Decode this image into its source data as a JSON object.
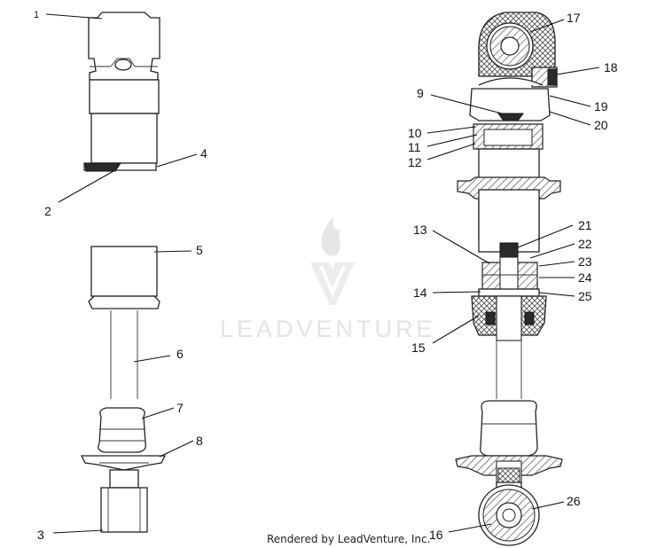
{
  "watermark": {
    "brand": "LEADVENTURE",
    "logo_icon": "flame-v-logo-icon"
  },
  "credit": "Rendered by LeadVenture, Inc.",
  "callouts": [
    {
      "id": "1",
      "text": "1"
    },
    {
      "id": "2",
      "text": "2"
    },
    {
      "id": "3",
      "text": "3"
    },
    {
      "id": "4",
      "text": "4"
    },
    {
      "id": "5",
      "text": "5"
    },
    {
      "id": "6",
      "text": "6"
    },
    {
      "id": "7",
      "text": "7"
    },
    {
      "id": "8",
      "text": "8"
    },
    {
      "id": "9",
      "text": "9"
    },
    {
      "id": "10",
      "text": "10"
    },
    {
      "id": "11",
      "text": "11"
    },
    {
      "id": "12",
      "text": "12"
    },
    {
      "id": "13",
      "text": "13"
    },
    {
      "id": "14",
      "text": "14"
    },
    {
      "id": "15",
      "text": "15"
    },
    {
      "id": "16",
      "text": "16"
    },
    {
      "id": "17",
      "text": "17"
    },
    {
      "id": "18",
      "text": "18"
    },
    {
      "id": "19",
      "text": "19"
    },
    {
      "id": "20",
      "text": "20"
    },
    {
      "id": "21",
      "text": "21"
    },
    {
      "id": "22",
      "text": "22"
    },
    {
      "id": "23",
      "text": "23"
    },
    {
      "id": "24",
      "text": "24"
    },
    {
      "id": "25",
      "text": "25"
    },
    {
      "id": "26",
      "text": "26"
    }
  ],
  "colors": {
    "ink": "#111111",
    "watermark": "#e3e3e3",
    "hatch": "#555555"
  }
}
